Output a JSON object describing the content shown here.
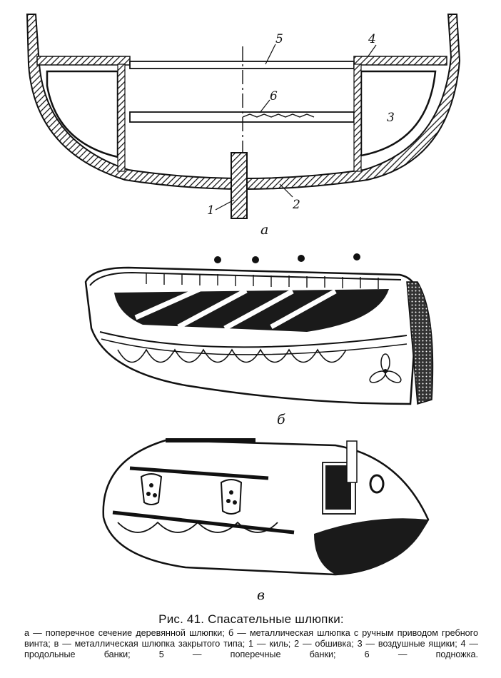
{
  "figure": {
    "section_labels": {
      "keel": "1",
      "planking": "2",
      "air_boxes": "3",
      "longitudinal_benches": "4",
      "cross_benches": "5",
      "footrest": "6"
    },
    "subfigure_labels": {
      "a": "а",
      "b": "б",
      "c": "в"
    }
  },
  "caption": {
    "title": "Рис. 41. Спасательные шлюпки:",
    "text": "а — поперечное сечение деревянной шлюпки; б — металлическая шлюпка с ручным приводом гребного винта; в — металлическая шлюпка закрытого типа; 1 — киль; 2 — обшивка; 3 — воздушные ящики; 4 — продольные банки; 5 — поперечные банки; 6 — подножка."
  }
}
